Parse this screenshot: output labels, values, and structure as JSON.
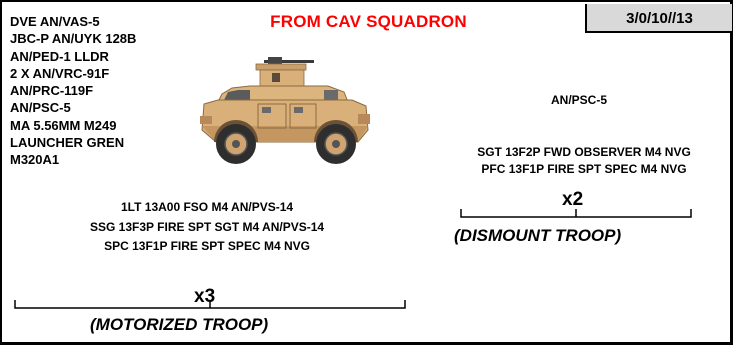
{
  "header": {
    "title": "FROM CAV SQUADRON",
    "date": "3/0/10//13"
  },
  "vehicle_equipment": [
    "DVE AN/VAS-5",
    "JBC-P AN/UYK 128B",
    "AN/PED-1 LLDR",
    "2 X AN/VRC-91F",
    "AN/PRC-119F",
    "AN/PSC-5",
    "MA 5.56MM M249",
    "LAUNCHER GREN",
    "M320A1"
  ],
  "vehicle_icon": "armored-security-vehicle-icon",
  "dismount": {
    "equipment": "AN/PSC-5",
    "personnel": [
      "SGT 13F2P FWD OBSERVER M4 NVG",
      "PFC 13F1P FIRE SPT SPEC M4 NVG"
    ],
    "multiplier": "x2",
    "caption": "(DISMOUNT TROOP)"
  },
  "motorized": {
    "personnel": [
      "1LT 13A00 FSO M4 AN/PVS-14",
      "SSG 13F3P FIRE SPT SGT M4 AN/PVS-14",
      "SPC 13F1P FIRE SPT SPEC M4 NVG"
    ],
    "multiplier": "x3",
    "caption": "(MOTORIZED TROOP)"
  },
  "colors": {
    "title": "#ff0000",
    "date_box_fill": "#d9d9d9",
    "vehicle_tan": "#d9b07a",
    "vehicle_shadow": "#b8885a",
    "vehicle_dark": "#333333"
  }
}
